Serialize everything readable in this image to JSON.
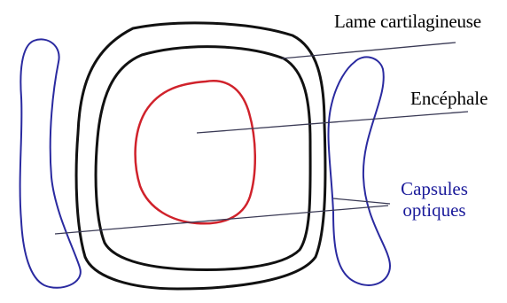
{
  "labels": {
    "lame_cartilagineuse": "Lame cartilagineuse",
    "encephale": "Encéphale",
    "capsules_line1": "Capsules",
    "capsules_line2": "optiques"
  },
  "colors": {
    "cartilage_outline": "#111111",
    "encephale_outline": "#d0222b",
    "capsule_outline": "#2a2aa0",
    "pointer_line": "#3a3a55",
    "capsule_label": "#1a1a9a"
  }
}
